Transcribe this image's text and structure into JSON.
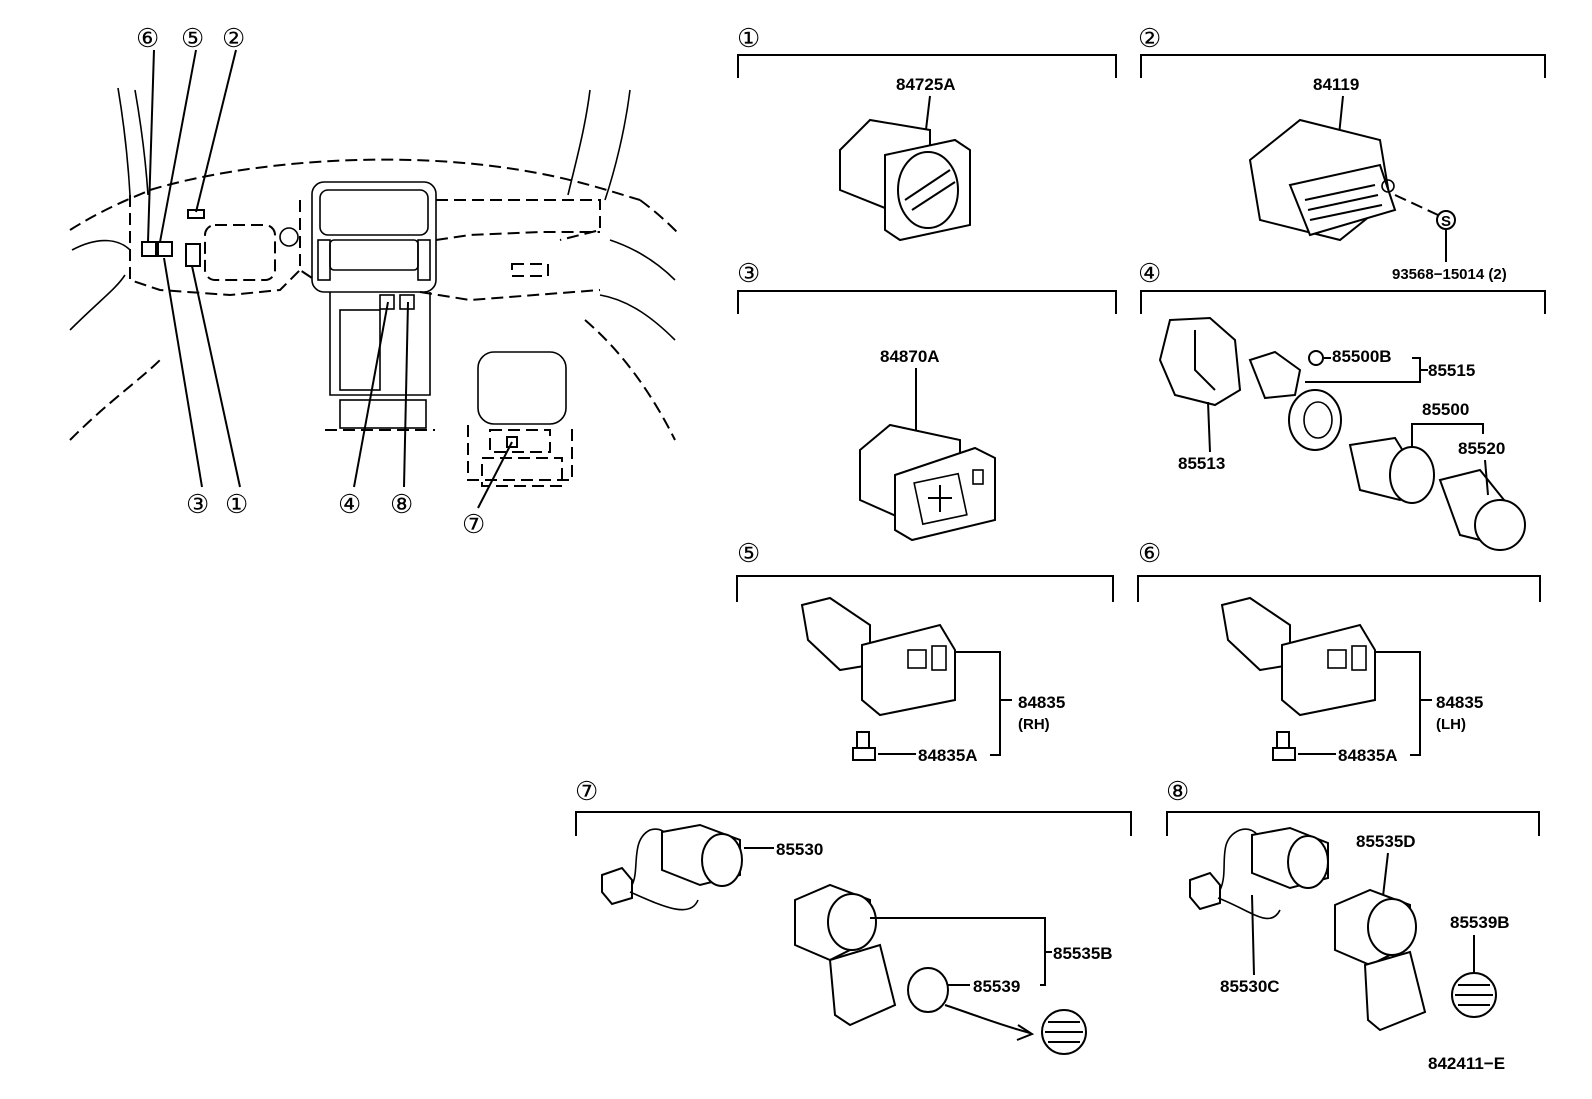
{
  "overview": {
    "callouts": [
      "⑥",
      "⑤",
      "②",
      "③",
      "①",
      "④",
      "⑧",
      "⑦"
    ]
  },
  "sections": {
    "s1": {
      "marker": "①",
      "parts": [
        "84725A"
      ]
    },
    "s2": {
      "marker": "②",
      "parts": [
        "84119",
        "93568−15014 (2)",
        "S"
      ]
    },
    "s3": {
      "marker": "③",
      "parts": [
        "84870A"
      ]
    },
    "s4": {
      "marker": "④",
      "parts": [
        "85500B",
        "85515",
        "85513",
        "85500",
        "85520"
      ]
    },
    "s5": {
      "marker": "⑤",
      "parts": [
        "84835",
        "(RH)",
        "84835A"
      ]
    },
    "s6": {
      "marker": "⑥",
      "parts": [
        "84835",
        "(LH)",
        "84835A"
      ]
    },
    "s7": {
      "marker": "⑦",
      "parts": [
        "85530",
        "85535B",
        "85539"
      ]
    },
    "s8": {
      "marker": "⑧",
      "parts": [
        "85535D",
        "85539B",
        "85530C"
      ]
    }
  },
  "figure_id": "842411−E"
}
